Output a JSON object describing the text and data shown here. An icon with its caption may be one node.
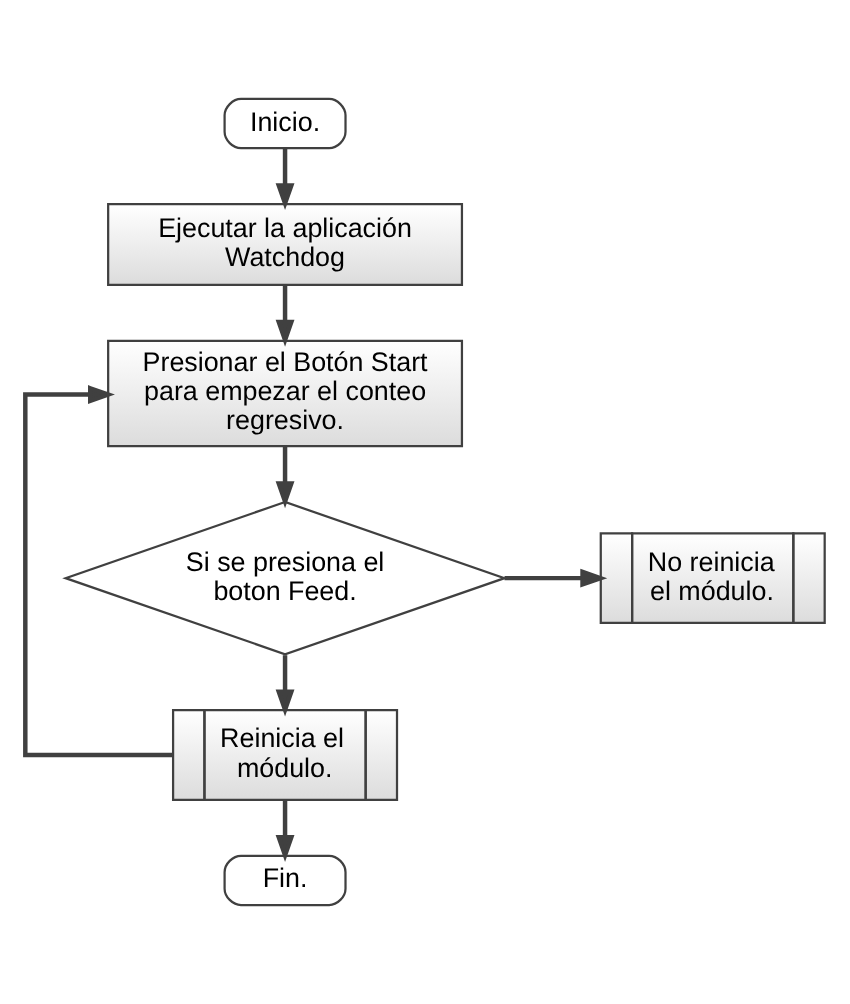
{
  "diagram": {
    "nodes": [
      {
        "text": [
          "Inicio."
        ]
      },
      {
        "text": [
          "Ejecutar la aplicación Watchdog"
        ]
      },
      {
        "text": [
          "Presionar el Botón Start para empezar el conteo regresivo."
        ]
      },
      {
        "text": [
          "Si se presiona el boton Feed."
        ]
      },
      {
        "text": [
          "No reinicia el módulo."
        ]
      },
      {
        "text": [
          "Reinicia el módulo."
        ]
      },
      {
        "text": [
          "Fin."
        ]
      }
    ],
    "edges": [
      {
        "from": 0,
        "to": 1,
        "arrow": "to"
      },
      {
        "from": 1,
        "to": 2,
        "arrow": "to"
      },
      {
        "from": 2,
        "to": 3,
        "arrow": "to"
      },
      {
        "from": 3,
        "to": 4,
        "arrow": "to"
      },
      {
        "from": 3,
        "to": 5,
        "arrow": "to"
      },
      {
        "from": 5,
        "to": 6,
        "arrow": "to"
      },
      {
        "from": 5,
        "to": 2,
        "arrow": "to"
      }
    ]
  }
}
